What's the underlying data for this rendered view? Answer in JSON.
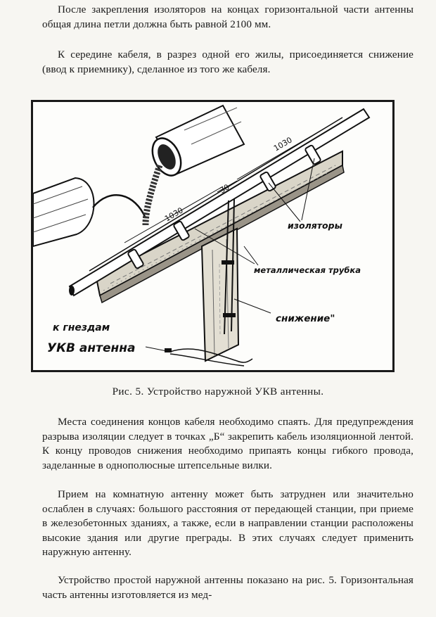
{
  "paragraphs": {
    "p1": "После закрепления изоляторов на концах горизонтальной части антенны общая длина петли должна быть равной 2100 мм.",
    "p2": "К середине кабеля, в разрез одной его жилы, присоединяется снижение (ввод к приемнику), сделанное из того же кабеля.",
    "p3": "Места соединения концов кабеля необходимо спаять. Для предупреждения разрыва изоляции следует в точках „Б“ закрепить кабель изоляционной лентой. К концу проводов снижения необходимо припаять концы гибкого провода, заделанные в однополюсные штепсельные вилки.",
    "p4": "Прием на комнатную антенну может быть затруднен или значительно ослаблен в случаях: большого расстояния от передающей станции, при приеме в железобетонных зданиях, а также, если в направлении станции расположены высокие здания или другие преграды. В этих случаях следует применить наружную антенну.",
    "p5": "Устройство простой наружной антенны показано на рис. 5. Горизонтальная часть антенны изготовляется из мед-"
  },
  "figure": {
    "labels": {
      "insulators": "изоляторы",
      "tube": "металлическая трубка",
      "downlead": "снижение\"",
      "to_sockets": "к гнездам",
      "ukv_antenna": "УКВ антенна"
    },
    "dimensions": {
      "left": "1030",
      "center": "30",
      "right": "1030"
    }
  },
  "caption": "Рис. 5. Устройство наружной УКВ антенны."
}
